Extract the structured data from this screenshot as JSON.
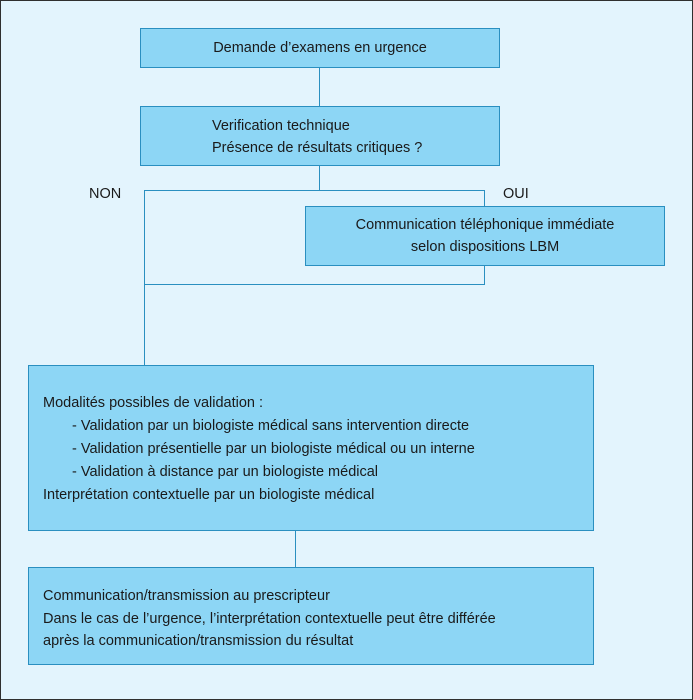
{
  "flowchart": {
    "step1": "Demande d’examens en urgence",
    "step2": {
      "line1": "Verification technique",
      "line2": "Présence de résultats critiques ?"
    },
    "branch_no": "NON",
    "branch_yes": "OUI",
    "phone": {
      "line1": "Communication téléphonique immédiate",
      "line2": "selon dispositions LBM"
    },
    "validation": {
      "title": "Modalités possibles de validation :",
      "items": [
        "- Validation par un biologiste médical sans intervention directe",
        "- Validation présentielle par un biologiste médical ou un interne",
        "- Validation à distance par un biologiste médical"
      ],
      "footer": "Interprétation contextuelle par un biologiste médical"
    },
    "transmission": {
      "line1": "Communication/transmission au prescripteur",
      "line2": "Dans le cas de l’urgence, l’interprétation contextuelle peut être différée",
      "line3": "après la communication/transmission du résultat"
    }
  }
}
